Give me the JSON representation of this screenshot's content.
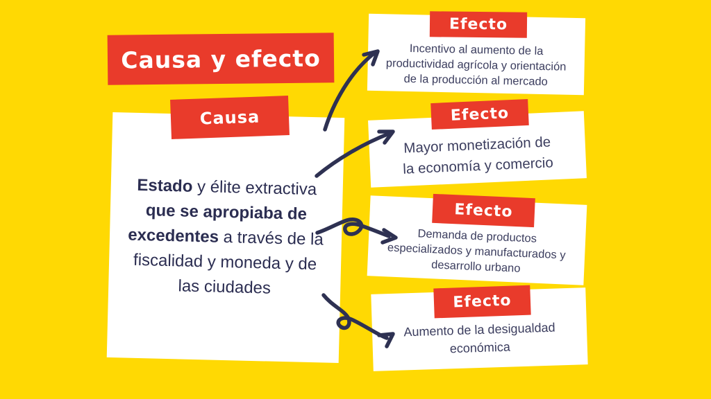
{
  "title": "Causa y efecto",
  "colors": {
    "background": "#FFD903",
    "accent_red": "#E93B2B",
    "ink_navy": "#2E3152",
    "effect_text": "#3B3D5E",
    "card_white": "#FFFFFF"
  },
  "cause": {
    "label": "Causa",
    "segments": [
      {
        "text": "Estado",
        "bold": true
      },
      {
        "text": " y élite extractiva\n",
        "bold": false
      },
      {
        "text": "que se apropiaba de\nexcedentes",
        "bold": true
      },
      {
        "text": " a través de la\nfiscalidad y moneda y de\nlas ciudades",
        "bold": false
      }
    ]
  },
  "effects": [
    {
      "label": "Efecto",
      "text": "Incentivo al aumento de la\nproductividad agrícola y orientación\nde la producción al mercado"
    },
    {
      "label": "Efecto",
      "text": "Mayor monetización de\nla economía y comercio"
    },
    {
      "label": "Efecto",
      "text": "Demanda de productos\nespecializados y manufacturados y\ndesarrollo urbano"
    },
    {
      "label": "Efecto",
      "text": "Aumento de la desigualdad\neconómica"
    }
  ],
  "icons": {
    "arrow_1": "curved-arrow-up-right",
    "arrow_2": "curved-arrow-right",
    "arrow_3": "loop-arrow-right",
    "arrow_4": "loop-arrow-up-right"
  }
}
